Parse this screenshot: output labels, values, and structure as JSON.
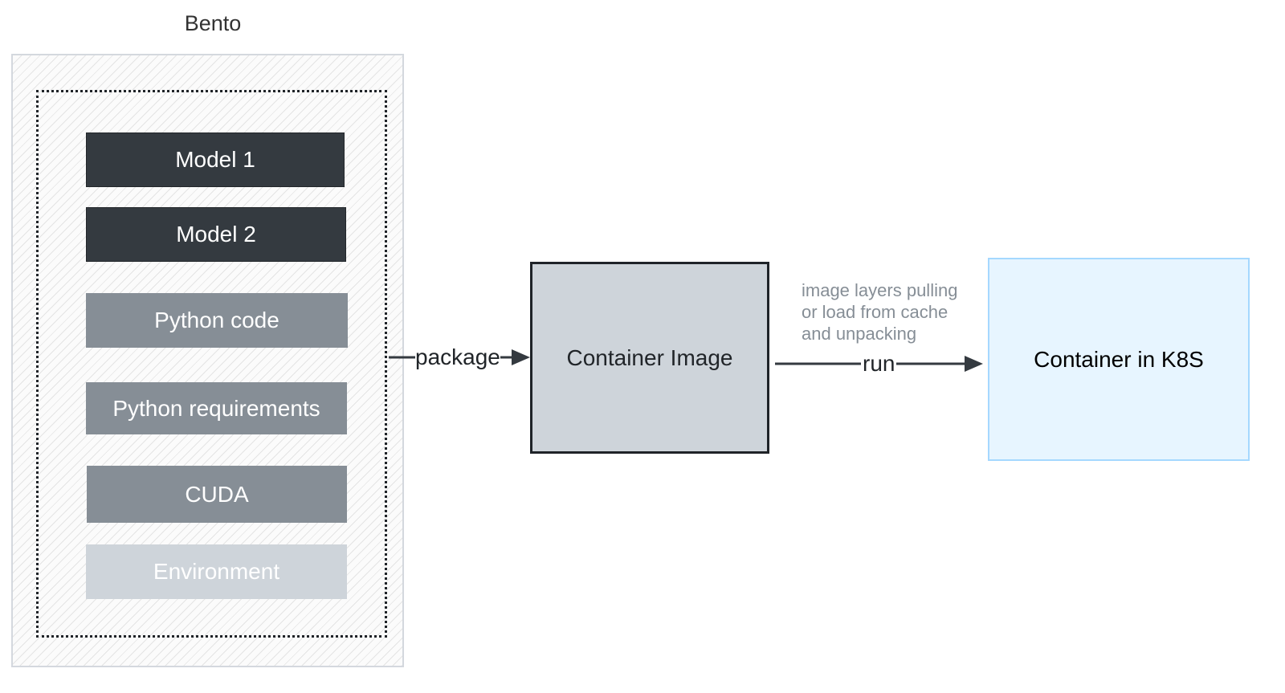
{
  "bento": {
    "title": "Bento",
    "layers": [
      {
        "label": "Model 1"
      },
      {
        "label": "Model 2"
      },
      {
        "label": "Python code"
      },
      {
        "label": "Python requirements"
      },
      {
        "label": "CUDA"
      },
      {
        "label": "Environment"
      }
    ]
  },
  "container_image": {
    "label": "Container Image"
  },
  "container_k8s": {
    "label": "Container in K8S"
  },
  "edges": {
    "package_label": "package",
    "run_label": "run"
  },
  "note": {
    "lines": [
      "image layers pulling",
      "or load from cache",
      "and unpacking"
    ]
  },
  "colors": {
    "model_layer": "#343a40",
    "code_layer": "#868e96",
    "environment_layer": "#ced4da",
    "container_image_fill": "#ced4da",
    "k8s_fill": "#e7f5ff",
    "k8s_border": "#a5d8ff",
    "arrow": "#343a40"
  }
}
